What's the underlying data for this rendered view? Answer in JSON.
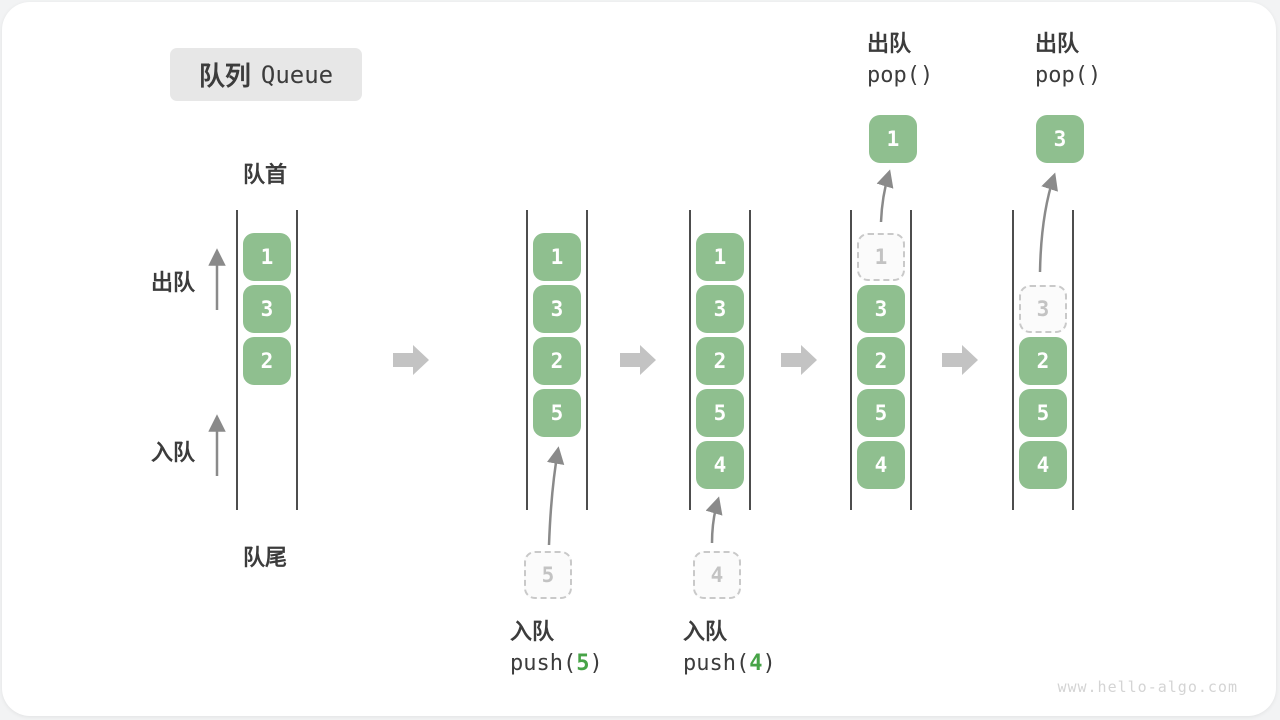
{
  "title": {
    "zh": "队列",
    "en": "Queue"
  },
  "side_labels": {
    "front": "队首",
    "rear": "队尾",
    "dequeue": "出队",
    "enqueue": "入队"
  },
  "states": [
    {
      "name": "state-1",
      "boxes": [
        {
          "value": "1",
          "slot": 0,
          "type": "filled"
        },
        {
          "value": "3",
          "slot": 1,
          "type": "filled"
        },
        {
          "value": "2",
          "slot": 2,
          "type": "filled"
        }
      ]
    },
    {
      "name": "state-2",
      "boxes": [
        {
          "value": "1",
          "slot": 0,
          "type": "filled"
        },
        {
          "value": "3",
          "slot": 1,
          "type": "filled"
        },
        {
          "value": "2",
          "slot": 2,
          "type": "filled"
        },
        {
          "value": "5",
          "slot": 3,
          "type": "filled"
        }
      ],
      "incoming_value": "5",
      "op": {
        "position": "below",
        "action": "入队",
        "code_prefix": "push(",
        "arg": "5",
        "code_suffix": ")"
      }
    },
    {
      "name": "state-3",
      "boxes": [
        {
          "value": "1",
          "slot": 0,
          "type": "filled"
        },
        {
          "value": "3",
          "slot": 1,
          "type": "filled"
        },
        {
          "value": "2",
          "slot": 2,
          "type": "filled"
        },
        {
          "value": "5",
          "slot": 3,
          "type": "filled"
        },
        {
          "value": "4",
          "slot": 4,
          "type": "filled"
        }
      ],
      "incoming_value": "4",
      "op": {
        "position": "below",
        "action": "入队",
        "code_prefix": "push(",
        "arg": "4",
        "code_suffix": ")"
      }
    },
    {
      "name": "state-4",
      "boxes": [
        {
          "value": "1",
          "slot": 0,
          "type": "dashed"
        },
        {
          "value": "3",
          "slot": 1,
          "type": "filled"
        },
        {
          "value": "2",
          "slot": 2,
          "type": "filled"
        },
        {
          "value": "5",
          "slot": 3,
          "type": "filled"
        },
        {
          "value": "4",
          "slot": 4,
          "type": "filled"
        }
      ],
      "outgoing_value": "1",
      "op": {
        "position": "above",
        "action": "出队",
        "code": "pop()"
      }
    },
    {
      "name": "state-5",
      "boxes": [
        {
          "value": "3",
          "slot": 1,
          "type": "dashed"
        },
        {
          "value": "2",
          "slot": 2,
          "type": "filled"
        },
        {
          "value": "5",
          "slot": 3,
          "type": "filled"
        },
        {
          "value": "4",
          "slot": 4,
          "type": "filled"
        }
      ],
      "outgoing_value": "3",
      "op": {
        "position": "above",
        "action": "出队",
        "code": "pop()"
      }
    }
  ],
  "watermark": "www.hello-algo.com",
  "colors": {
    "box_green": "#8fbf8f",
    "accent_green": "#47a347",
    "label_dark": "#3c3c3c",
    "dashed_grey": "#c9c9c9",
    "thin_arrow_grey": "#8a8a8a",
    "block_arrow_grey": "#c3c3c3",
    "column_line": "#4d4d4d"
  }
}
